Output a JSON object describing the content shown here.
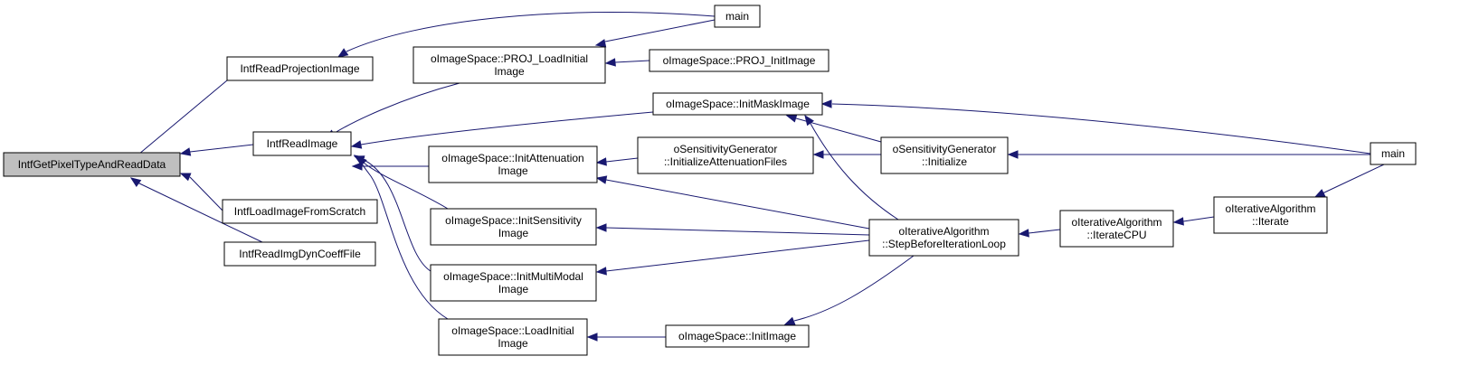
{
  "colors": {
    "edge": "#191970",
    "root_fill": "#bfbfbf",
    "node_fill": "#ffffff",
    "node_border": "#000000"
  },
  "nodes": {
    "root": [
      "IntfGetPixelTypeAndReadData"
    ],
    "read_projection": [
      "IntfReadProjectionImage"
    ],
    "read_image": [
      "IntfReadImage"
    ],
    "load_from_scratch": [
      "IntfLoadImageFromScratch"
    ],
    "read_dyn_coeff": [
      "IntfReadImgDynCoeffFile"
    ],
    "main_top": [
      "main"
    ],
    "proj_load_initial": [
      "oImageSpace::PROJ_LoadInitial",
      "Image"
    ],
    "proj_init_image": [
      "oImageSpace::PROJ_InitImage"
    ],
    "init_mask_image": [
      "oImageSpace::InitMaskImage"
    ],
    "init_attenuation": [
      "oImageSpace::InitAttenuation",
      "Image"
    ],
    "init_sensitivity": [
      "oImageSpace::InitSensitivity",
      "Image"
    ],
    "init_multimodal": [
      "oImageSpace::InitMultiModal",
      "Image"
    ],
    "load_initial": [
      "oImageSpace::LoadInitial",
      "Image"
    ],
    "sens_init_atten_files": [
      "oSensitivityGenerator",
      "::InitializeAttenuationFiles"
    ],
    "sens_initialize": [
      "oSensitivityGenerator",
      "::Initialize"
    ],
    "step_before_loop": [
      "oIterativeAlgorithm",
      "::StepBeforeIterationLoop"
    ],
    "init_image": [
      "oImageSpace::InitImage"
    ],
    "iterate_cpu": [
      "oIterativeAlgorithm",
      "::IterateCPU"
    ],
    "iterate": [
      "oIterativeAlgorithm",
      "::Iterate"
    ],
    "main_right": [
      "main"
    ]
  }
}
